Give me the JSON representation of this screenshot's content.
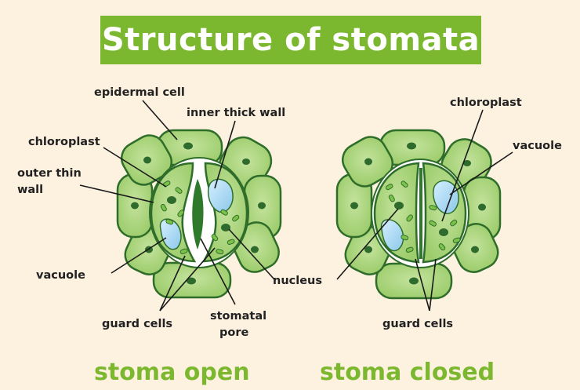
{
  "title": "Structure of stomata",
  "labels": {
    "epidermal_cell": "epidermal cell",
    "inner_thick_wall": "inner thick wall",
    "chloroplast_left": "chloroplast",
    "outer_thin_wall_line1": "outer thin",
    "outer_thin_wall_line2": "wall",
    "vacuole_left": "vacuole",
    "guard_cells_left": "guard cells",
    "stomatal_pore_line1": "stomatal",
    "stomatal_pore_line2": "pore",
    "nucleus": "nucleus",
    "chloroplast_right": "chloroplast",
    "vacuole_right": "vacuole",
    "guard_cells_right": "guard cells"
  },
  "captions": {
    "open": "stoma open",
    "closed": "stoma closed"
  },
  "colors": {
    "background": "#fdf1e0",
    "banner": "#7cb82f",
    "caption": "#7cb82f",
    "cell_fill": "#b4d98a",
    "cell_outline": "#2f6e2a",
    "chloroplast": "#7cc24a",
    "nucleus": "#2e6b2d",
    "vacuole": "#a9d8f2"
  }
}
